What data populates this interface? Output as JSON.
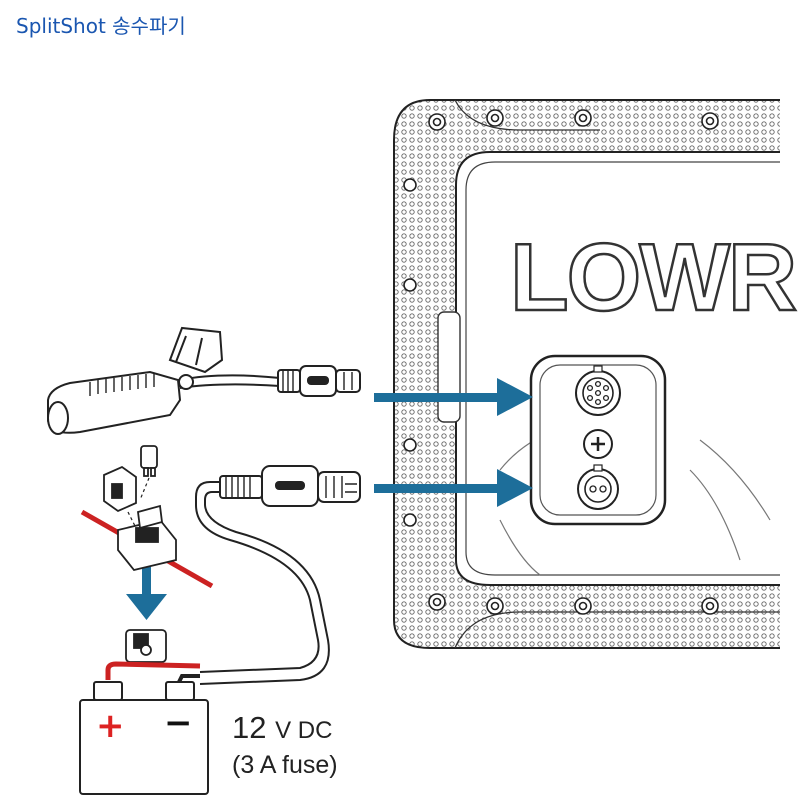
{
  "title": "SplitShot 송수파기",
  "display": {
    "brand_text": "LOWR"
  },
  "battery": {
    "plus": "+",
    "minus": "−"
  },
  "power": {
    "voltage_number": "12",
    "voltage_unit": "V DC",
    "fuse_note": "(3 A fuse)"
  },
  "colors": {
    "title": "#1a56b0",
    "arrow": "#1d6e9a",
    "wire_red": "#cc2222",
    "outline": "#222222",
    "plus_sign": "#dd2222"
  },
  "icons": {
    "transducer": "splitshot-transducer",
    "fuse_holder": "inline-fuse-holder",
    "battery": "battery-12v",
    "display": "lowrance-display-rear"
  }
}
